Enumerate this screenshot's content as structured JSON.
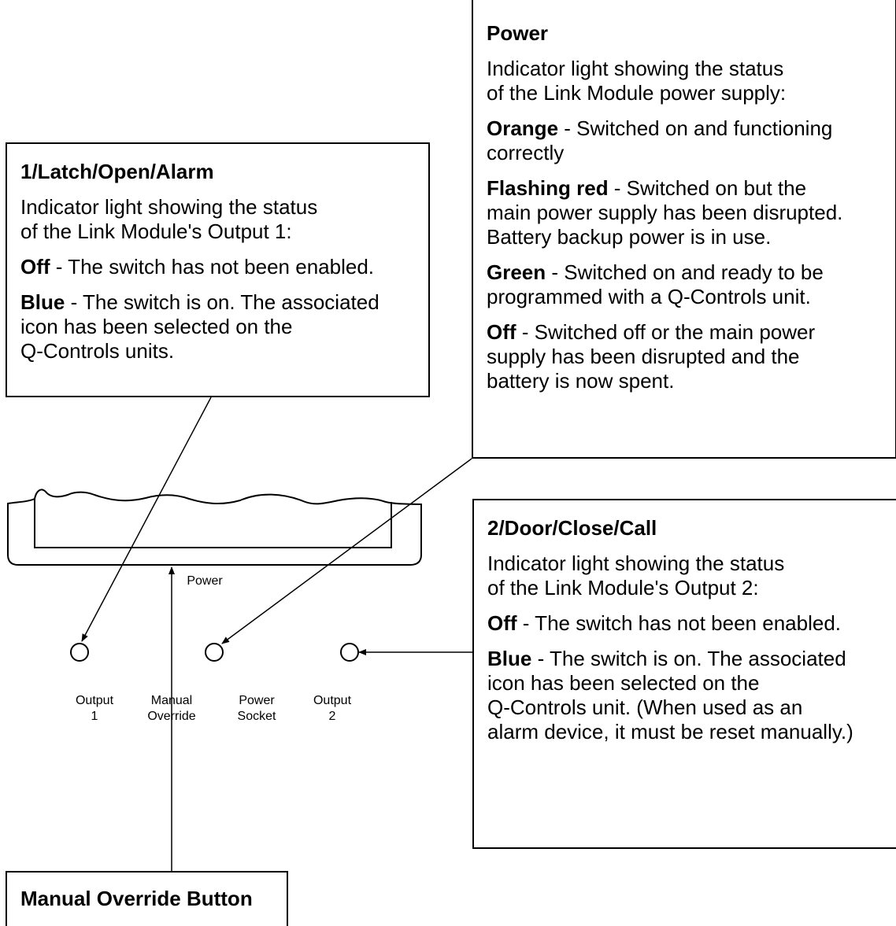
{
  "boxes": {
    "latch": {
      "title": "1/Latch/Open/Alarm",
      "intro": [
        "Indicator light showing the status",
        "of the Link Module's Output 1:"
      ],
      "off_kw": "Off",
      "off_text": " - The switch has not been enabled.",
      "blue_kw": "Blue",
      "blue_lines": [
        " - The switch is on. The associated",
        "icon has been selected on the",
        "Q-Controls units."
      ]
    },
    "power": {
      "title": "Power",
      "intro": [
        "Indicator light showing the status",
        "of the Link Module power supply:"
      ],
      "orange_kw": "Orange",
      "orange_lines": [
        " - Switched on and functioning",
        "correctly"
      ],
      "red_kw": "Flashing red",
      "red_lines": [
        " - Switched on but the",
        "main power supply has been disrupted.",
        "Battery backup power is in use."
      ],
      "green_kw": "Green",
      "green_lines": [
        " - Switched on and ready to be",
        "programmed with a Q-Controls unit."
      ],
      "off_kw": "Off",
      "off_lines": [
        " - Switched off or the main power",
        "supply has been disrupted and the",
        "battery is now spent."
      ]
    },
    "door": {
      "title": "2/Door/Close/Call",
      "intro": [
        "Indicator light showing the status",
        "of the Link Module's Output 2:"
      ],
      "off_kw": "Off",
      "off_text": " - The switch has not been enabled.",
      "blue_kw": "Blue",
      "blue_lines": [
        " - The switch is on. The associated",
        "icon has been selected on the",
        "Q-Controls unit. (When used as an",
        "alarm device, it must be reset manually.)"
      ]
    },
    "override": {
      "title": "Manual Override Button"
    }
  },
  "device": {
    "power_label": "Power",
    "output1": [
      "Output",
      "1"
    ],
    "manual_override": [
      "Manual",
      "Override"
    ],
    "power_socket": [
      "Power",
      "Socket"
    ],
    "output2": [
      "Output",
      "2"
    ]
  }
}
